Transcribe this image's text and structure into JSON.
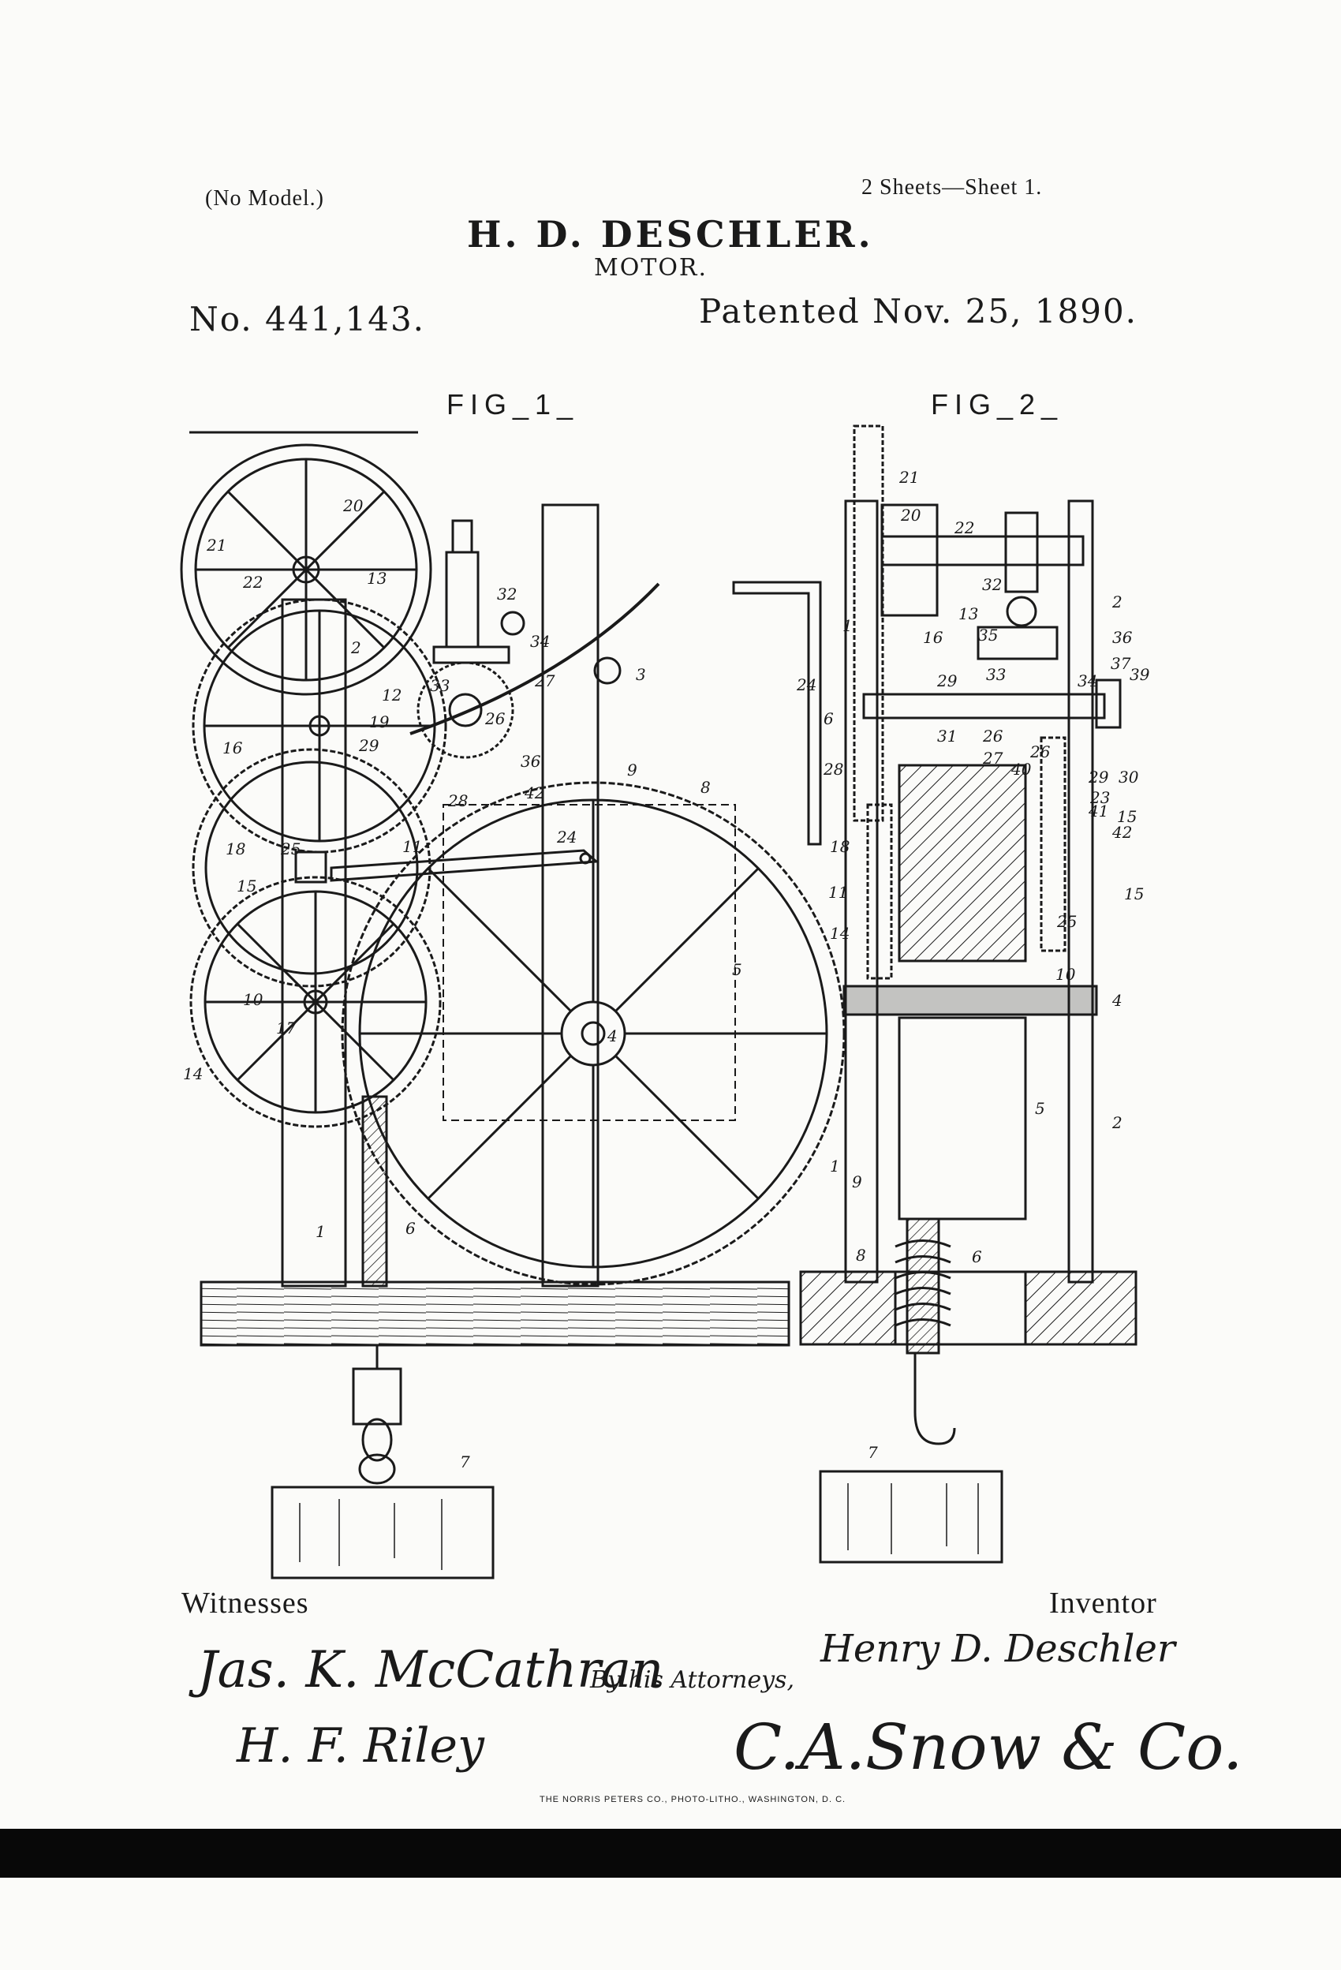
{
  "header": {
    "model_note": "(No Model.)",
    "sheets": "2 Sheets—Sheet 1.",
    "inventor_name": "H. D. DESCHLER.",
    "title": "MOTOR.",
    "patent_number": "No. 441,143.",
    "patented_date": "Patented Nov. 25, 1890."
  },
  "figures": {
    "fig1_label": "FIG_1_",
    "fig2_label": "FIG_2_"
  },
  "reference_numerals": {
    "fig1": [
      "21",
      "20",
      "22",
      "13",
      "2",
      "32",
      "34",
      "12",
      "19",
      "29",
      "33",
      "26",
      "27",
      "3",
      "16",
      "36",
      "28",
      "42",
      "9",
      "8",
      "18",
      "25",
      "11",
      "24",
      "15",
      "10",
      "17",
      "14",
      "4",
      "5",
      "1",
      "6",
      "7"
    ],
    "fig2": [
      "21",
      "20",
      "22",
      "32",
      "2",
      "13",
      "35",
      "36",
      "1",
      "16",
      "37",
      "39",
      "24",
      "26",
      "29",
      "33",
      "34",
      "31",
      "27",
      "26",
      "30",
      "40",
      "6",
      "28",
      "29",
      "15",
      "23",
      "41",
      "42",
      "18",
      "11",
      "25",
      "15",
      "14",
      "10",
      "4",
      "5",
      "2",
      "1",
      "9",
      "8",
      "6",
      "7"
    ]
  },
  "signatures": {
    "witnesses_label": "Witnesses",
    "witness_1": "Jas. K. McCathran",
    "witness_2": "H. F. Riley",
    "inventor_label": "Inventor",
    "inventor_signature": "Henry D. Deschler",
    "by_label": "By his Attorneys,",
    "attorneys_signature": "C.A.Snow & Co."
  },
  "footer": {
    "lithographer": "THE NORRIS PETERS CO., PHOTO-LITHO., WASHINGTON, D. C."
  },
  "colors": {
    "ink": "#1a1a1a",
    "paper": "#fbfbf9",
    "bar": "#080808"
  }
}
